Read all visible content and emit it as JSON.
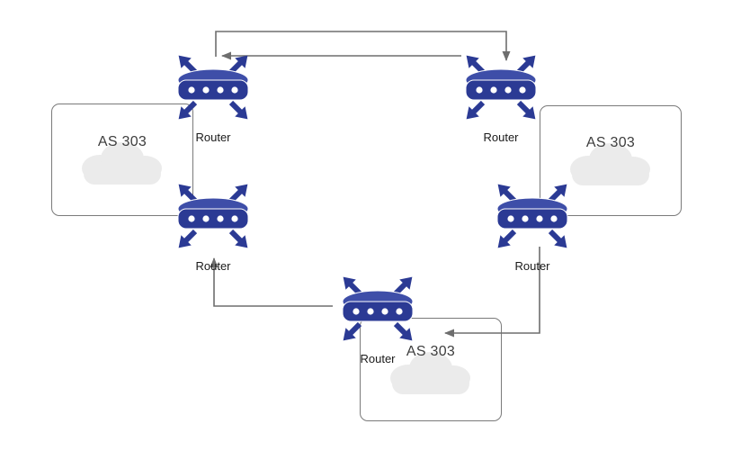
{
  "diagram": {
    "type": "network-topology",
    "routers": [
      {
        "id": "router-top-left",
        "label": "Router"
      },
      {
        "id": "router-top-right",
        "label": "Router"
      },
      {
        "id": "router-mid-left",
        "label": "Router"
      },
      {
        "id": "router-mid-right",
        "label": "Router"
      },
      {
        "id": "router-bottom",
        "label": "Router"
      }
    ],
    "autonomous_systems": [
      {
        "id": "as-left",
        "label": "AS 303"
      },
      {
        "id": "as-right",
        "label": "AS 303"
      },
      {
        "id": "as-bottom",
        "label": "AS 303"
      }
    ],
    "connections": [
      {
        "from": "router-top-left",
        "to": "router-top-right",
        "style": "arrow"
      },
      {
        "from": "router-top-right",
        "to": "router-top-left",
        "style": "arrow"
      },
      {
        "from": "router-bottom",
        "to": "router-mid-left",
        "style": "arrow"
      },
      {
        "from": "router-mid-right",
        "to": "router-bottom",
        "style": "arrow"
      }
    ],
    "colors": {
      "router_fill": "#2b3a94",
      "router_top": "#3e4ea8",
      "connector": "#6e6e6e",
      "cloud_fill": "#ebebeb",
      "box_border": "#7a7a7a"
    }
  }
}
